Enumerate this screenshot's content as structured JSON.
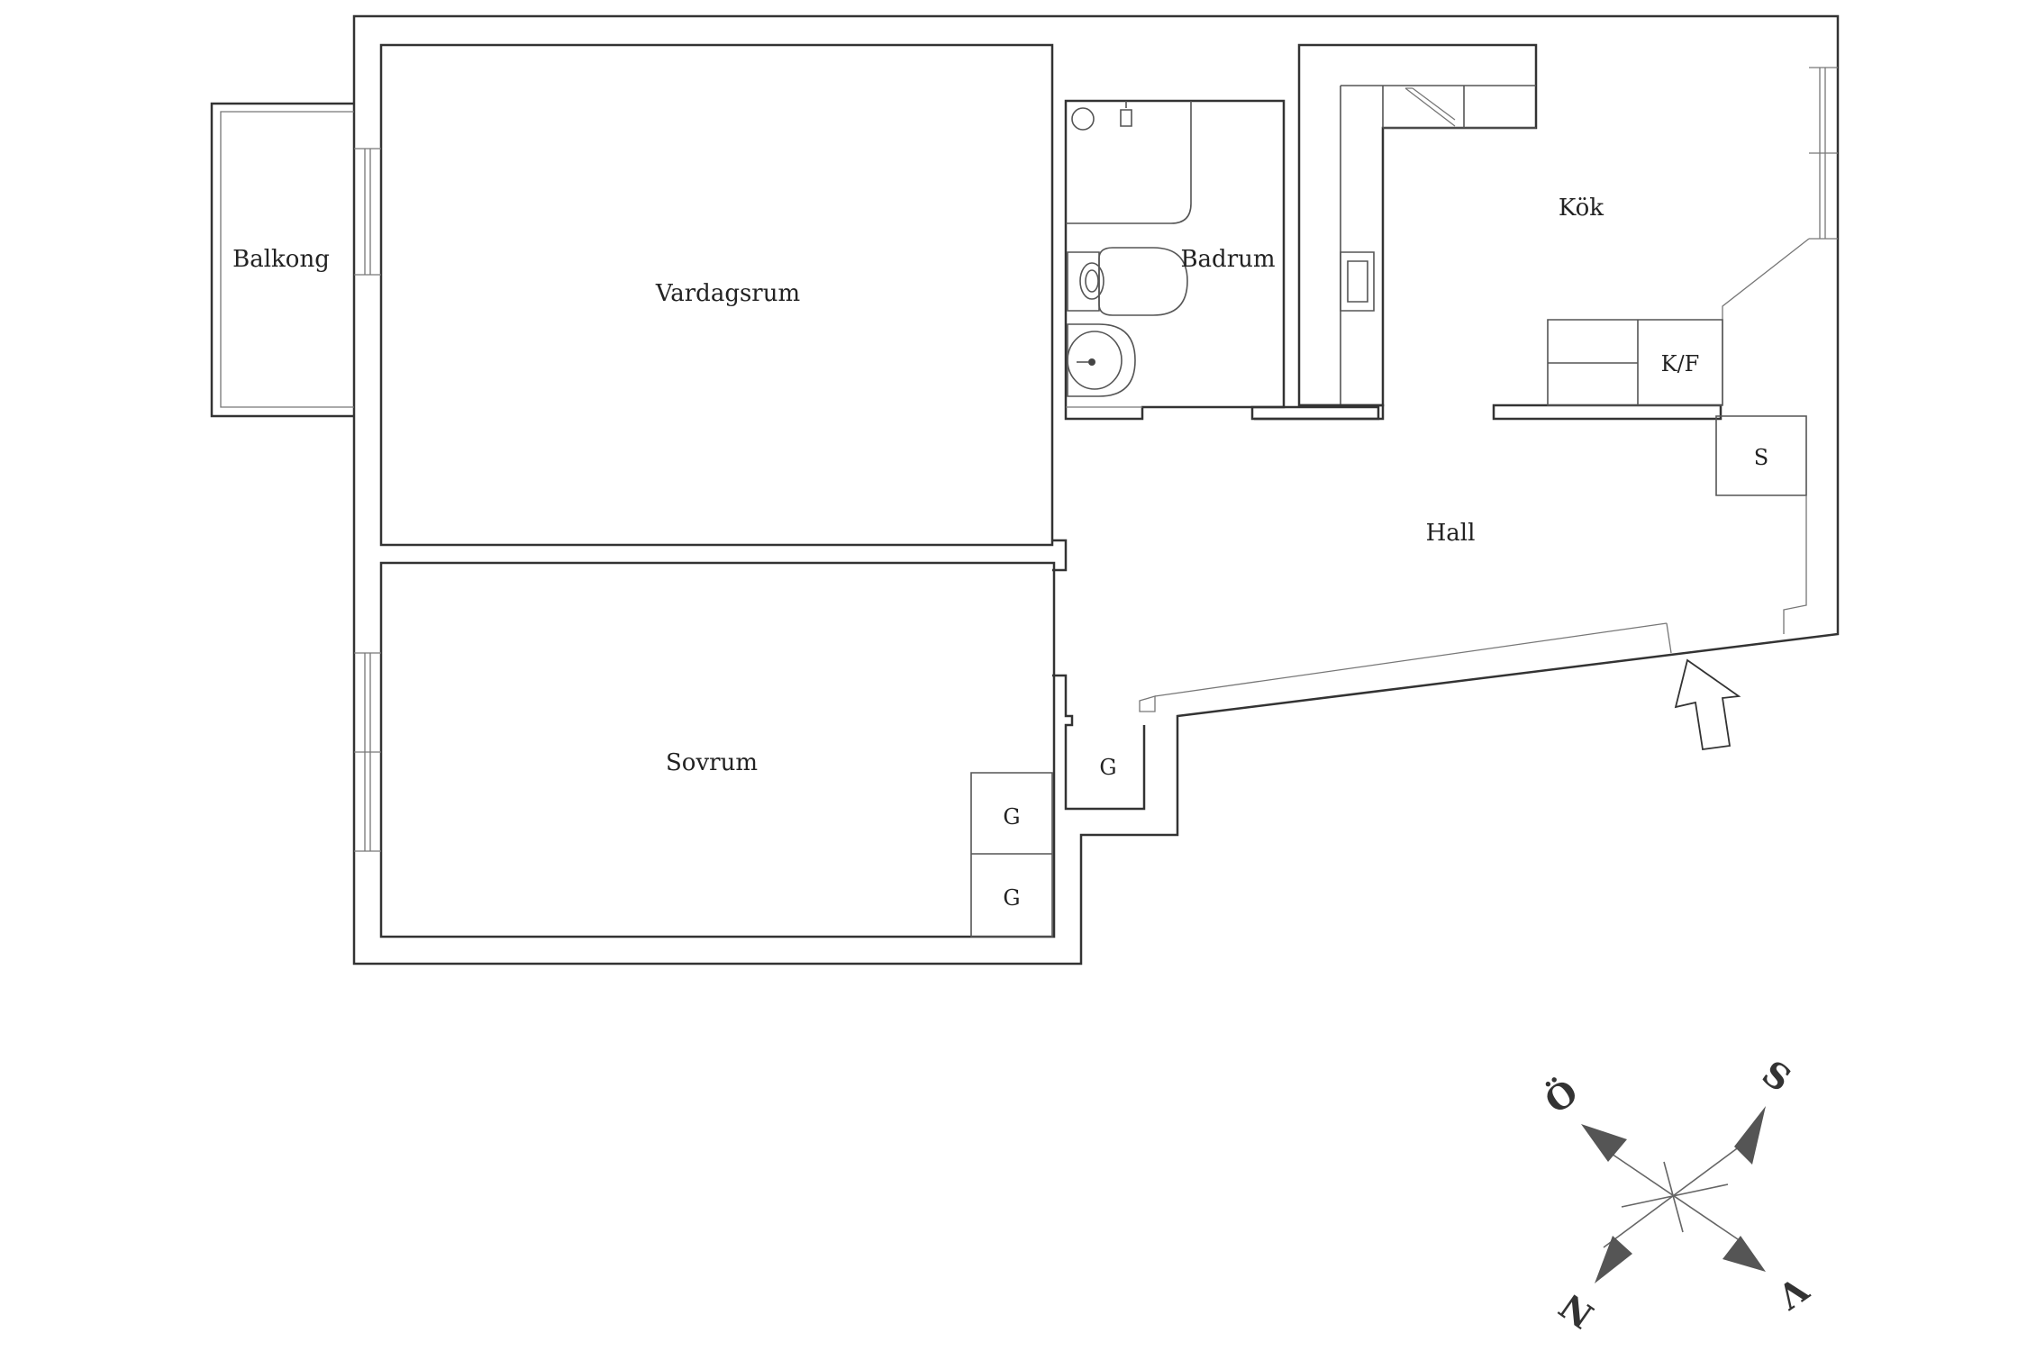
{
  "rooms": {
    "balkong": "Balkong",
    "vardagsrum": "Vardagsrum",
    "badrum": "Badrum",
    "kok": "Kök",
    "hall": "Hall",
    "sovrum": "Sovrum"
  },
  "fixtures": {
    "kyl_frys": "K/F",
    "skap": "S",
    "garderob_hall": "G",
    "garderob_sovrum_1": "G",
    "garderob_sovrum_2": "G"
  },
  "compass": {
    "north": "N",
    "south": "S",
    "east": "Ö",
    "west": "V"
  },
  "colors": {
    "wall": "#333333",
    "arrow": "#555555",
    "background": "#ffffff"
  }
}
